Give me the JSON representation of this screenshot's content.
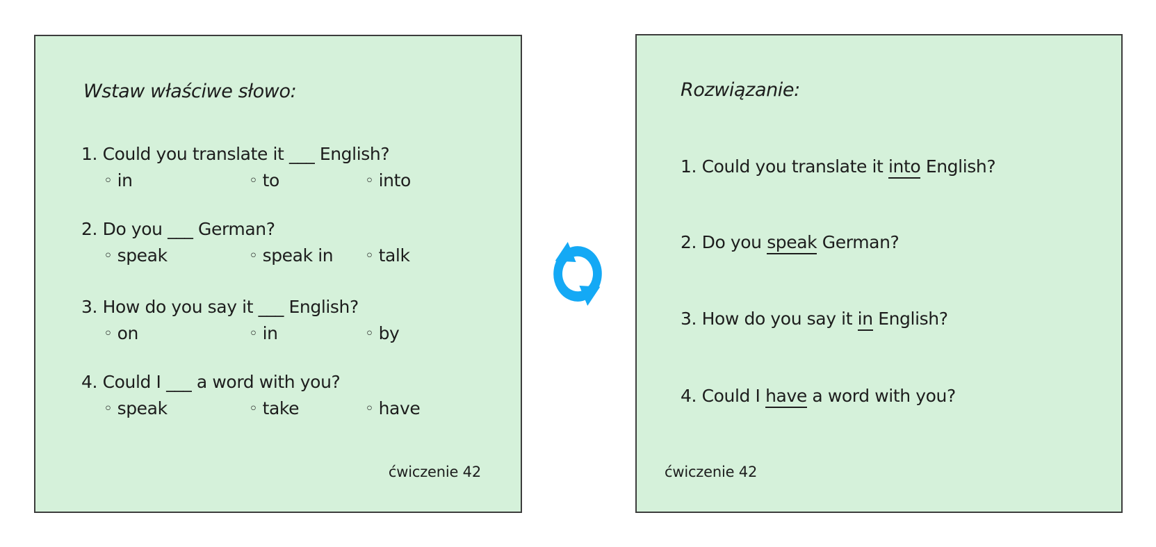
{
  "bullet_char": "◦",
  "exercise": {
    "title": "Wstaw właściwe słowo:",
    "questions": [
      {
        "text": "1. Could you translate it ___ English?",
        "options": [
          "in",
          "to",
          "into"
        ]
      },
      {
        "text": "2. Do you ___ German?",
        "options": [
          "speak",
          "speak in",
          "talk"
        ]
      },
      {
        "text": "3. How do you say it ___ English?",
        "options": [
          "on",
          "in",
          "by"
        ]
      },
      {
        "text": "4. Could I ___ a word with you?",
        "options": [
          "speak",
          "take",
          "have"
        ]
      }
    ],
    "footer": "ćwiczenie 42"
  },
  "solution": {
    "title": "Rozwiązanie:",
    "answers": [
      {
        "prefix": "1. Could you translate it ",
        "word": "into",
        "suffix": " English?"
      },
      {
        "prefix": "2. Do you ",
        "word": "speak",
        "suffix": " German?"
      },
      {
        "prefix": "3. How do you say it ",
        "word": "in",
        "suffix": " English?"
      },
      {
        "prefix": "4. Could I ",
        "word": "have",
        "suffix": " a word with you?"
      }
    ],
    "footer": "ćwiczenie 42"
  },
  "icon": {
    "name": "refresh-flip-icon",
    "color": "#14a9f5"
  },
  "colors": {
    "card_bg": "#d5f1da",
    "card_border": "#3c3c3c",
    "text": "#1d1d1d",
    "accent_blue": "#14a9f5"
  }
}
